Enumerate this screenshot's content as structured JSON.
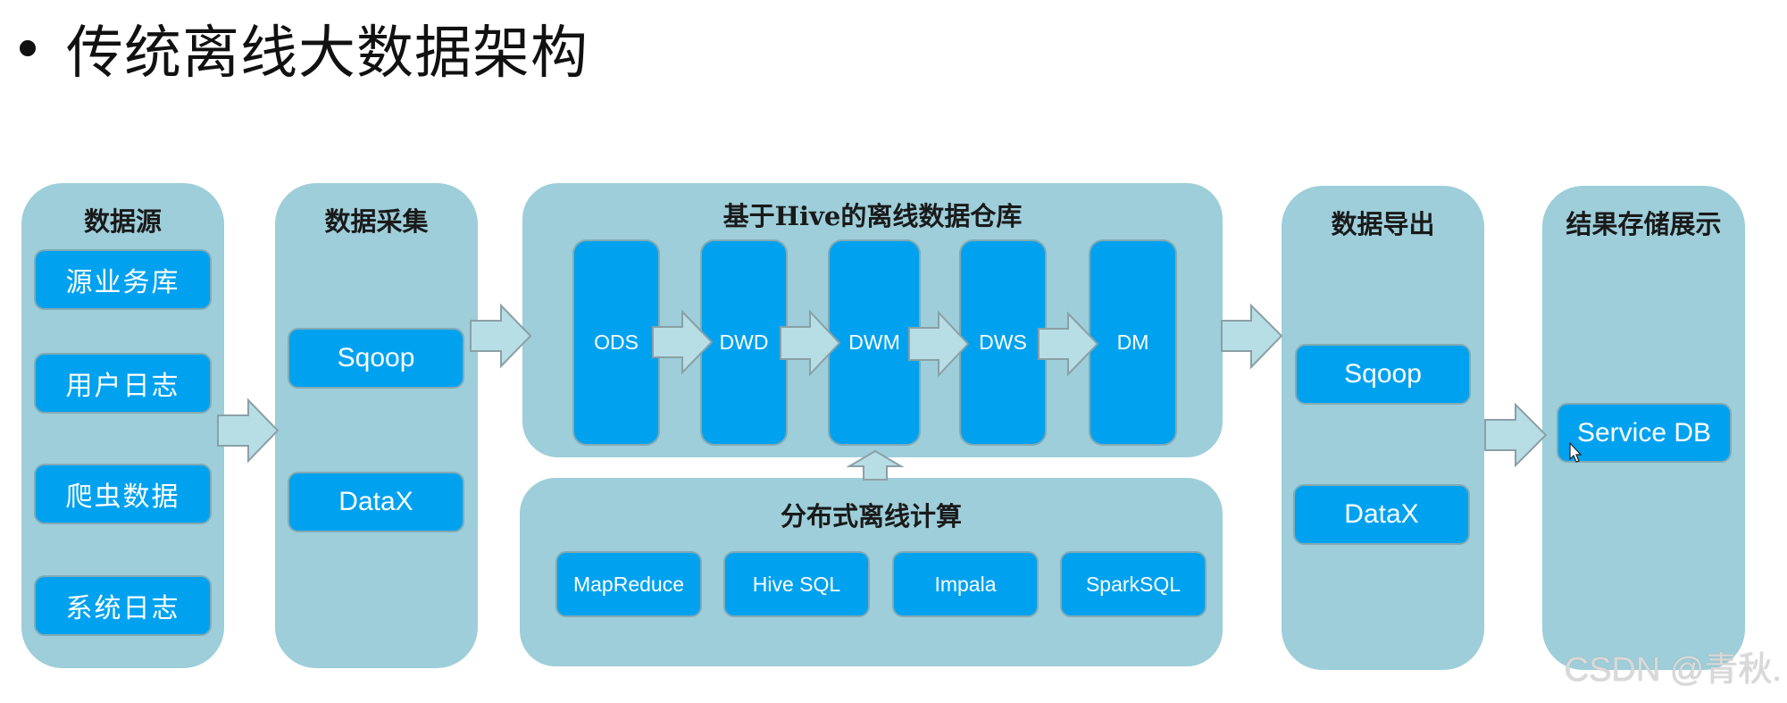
{
  "title": "传统离线大数据架构",
  "panels": {
    "source": {
      "title": "数据源",
      "items": [
        "源业务库",
        "用户日志",
        "爬虫数据",
        "系统日志"
      ]
    },
    "collect": {
      "title": "数据采集",
      "items": [
        "Sqoop",
        "DataX"
      ]
    },
    "warehouse": {
      "title": "基于Hive的离线数据仓库",
      "layers": [
        "ODS",
        "DWD",
        "DWM",
        "DWS",
        "DM"
      ]
    },
    "compute": {
      "title": "分布式离线计算",
      "items": [
        "MapReduce",
        "Hive SQL",
        "Impala",
        "SparkSQL"
      ]
    },
    "export": {
      "title": "数据导出",
      "items": [
        "Sqoop",
        "DataX"
      ]
    },
    "result": {
      "title": "结果存储展示",
      "items": [
        "Service DB"
      ]
    }
  },
  "watermark": "CSDN @青秋.",
  "colors": {
    "panel": "#9dced9",
    "box": "#00a2ef",
    "arrow_fill": "#b7dde5",
    "arrow_stroke": "#8aa0a6"
  }
}
